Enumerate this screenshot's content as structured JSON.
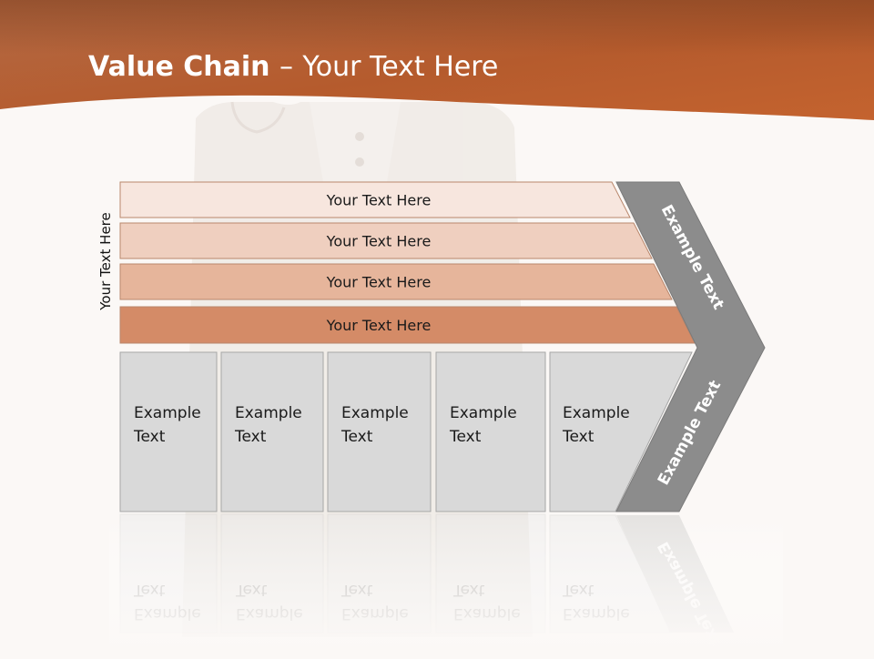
{
  "title": {
    "main": "Value Chain",
    "dash": "–",
    "sub": "Your Text Here"
  },
  "side_label": "Your Text Here",
  "support_rows": [
    {
      "label": "Your Text Here",
      "color": "#f7e6de"
    },
    {
      "label": "Your Text Here",
      "color": "#efcfbf"
    },
    {
      "label": "Your Text Here",
      "color": "#e6b59b"
    },
    {
      "label": "Your Text Here",
      "color": "#d48b67"
    }
  ],
  "primary_boxes": [
    {
      "line1": "Example",
      "line2": "Text"
    },
    {
      "line1": "Example",
      "line2": "Text"
    },
    {
      "line1": "Example",
      "line2": "Text"
    },
    {
      "line1": "Example",
      "line2": "Text"
    },
    {
      "line1": "Example",
      "line2": "Text"
    }
  ],
  "arrow": {
    "upper_label": "Example Text",
    "lower_label": "Example Text",
    "color": "#8c8c8c"
  },
  "colors": {
    "header_dark": "#8e4a25",
    "header_light": "#c76a3a",
    "box_fill": "#d9d9d9",
    "box_stroke": "#a6a6a6"
  }
}
